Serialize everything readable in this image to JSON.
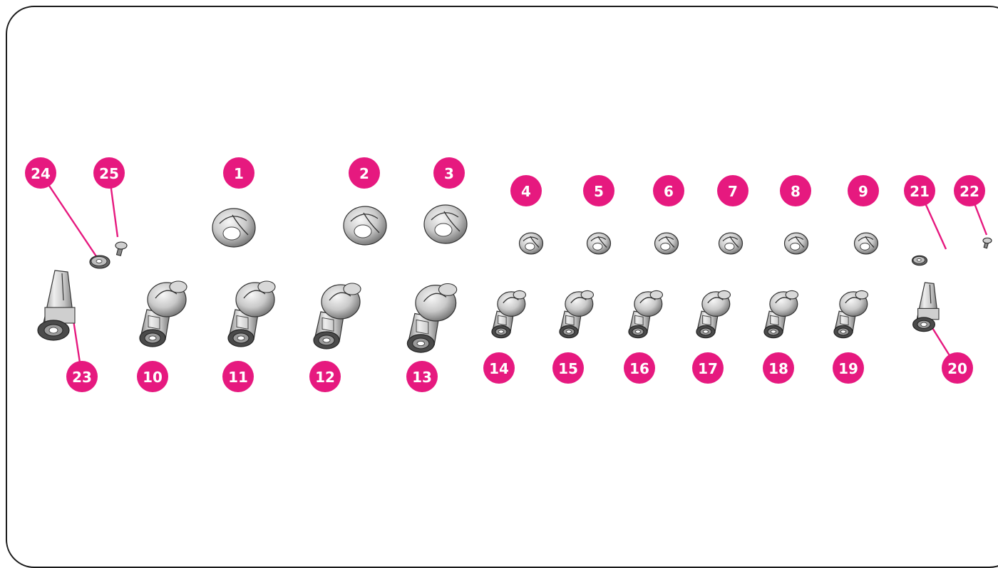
{
  "colors": {
    "badge": "#e6197f",
    "leader": "#e6197f",
    "frame": "#1a1a1a",
    "metal_light": "#f2f2f2",
    "metal_mid": "#bdbdbd",
    "metal_dark": "#6e6e6e"
  },
  "callouts": [
    "1",
    "2",
    "3",
    "4",
    "5",
    "6",
    "7",
    "8",
    "9",
    "10",
    "11",
    "12",
    "13",
    "14",
    "15",
    "16",
    "17",
    "18",
    "19",
    "20",
    "21",
    "22",
    "23",
    "24",
    "25"
  ],
  "parts": [
    {
      "callout": "1",
      "type": "ball-head"
    },
    {
      "callout": "2",
      "type": "ball-head"
    },
    {
      "callout": "3",
      "type": "ball-head"
    },
    {
      "callout": "4",
      "type": "ball-head-small"
    },
    {
      "callout": "5",
      "type": "ball-head-small"
    },
    {
      "callout": "6",
      "type": "ball-head-small"
    },
    {
      "callout": "7",
      "type": "ball-head-small"
    },
    {
      "callout": "8",
      "type": "ball-head-small"
    },
    {
      "callout": "9",
      "type": "ball-head-small"
    },
    {
      "callout": "10",
      "type": "ball-stud"
    },
    {
      "callout": "11",
      "type": "ball-stud"
    },
    {
      "callout": "12",
      "type": "ball-stud"
    },
    {
      "callout": "13",
      "type": "ball-stud"
    },
    {
      "callout": "14",
      "type": "ball-stud-small"
    },
    {
      "callout": "15",
      "type": "ball-stud-small"
    },
    {
      "callout": "16",
      "type": "ball-stud-small"
    },
    {
      "callout": "17",
      "type": "ball-stud-small"
    },
    {
      "callout": "18",
      "type": "ball-stud-small"
    },
    {
      "callout": "19",
      "type": "ball-stud-small"
    },
    {
      "callout": "20",
      "type": "slotted-shaft-small"
    },
    {
      "callout": "21",
      "type": "washer"
    },
    {
      "callout": "22",
      "type": "screw"
    },
    {
      "callout": "23",
      "type": "slotted-shaft"
    },
    {
      "callout": "24",
      "type": "washer"
    },
    {
      "callout": "25",
      "type": "screw"
    }
  ]
}
